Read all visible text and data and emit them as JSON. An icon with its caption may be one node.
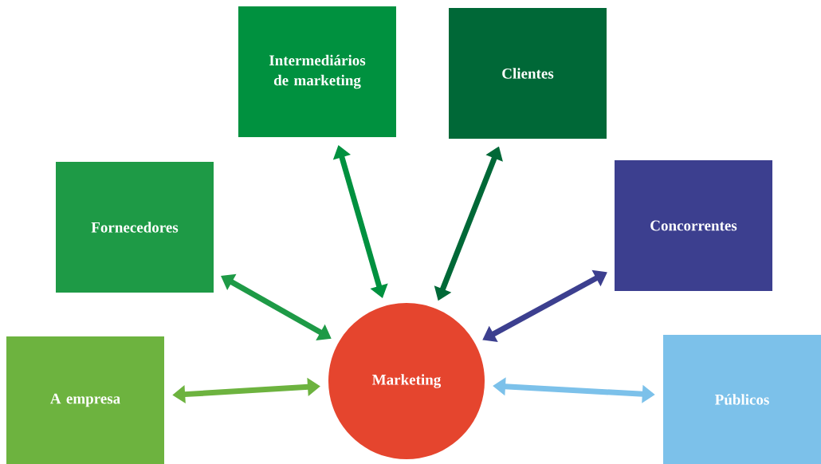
{
  "diagram": {
    "nodes": [
      {
        "text": [
          "Marketing"
        ]
      },
      {
        "text": [
          "A empresa"
        ]
      },
      {
        "text": [
          "Fornecedores"
        ]
      },
      {
        "text": [
          "Intermediários de marketing"
        ]
      },
      {
        "text": [
          "Clientes"
        ]
      },
      {
        "text": [
          "Concorrentes"
        ]
      },
      {
        "text": [
          "Públicos"
        ]
      }
    ],
    "edges": [
      {
        "from": 1,
        "to": 0,
        "arrow": "both",
        "color": "#6db33f"
      },
      {
        "from": 2,
        "to": 0,
        "arrow": "both",
        "color": "#1e9a46"
      },
      {
        "from": 3,
        "to": 0,
        "arrow": "both",
        "color": "#00913f"
      },
      {
        "from": 4,
        "to": 0,
        "arrow": "both",
        "color": "#006837"
      },
      {
        "from": 5,
        "to": 0,
        "arrow": "both",
        "color": "#3c3f8f"
      },
      {
        "from": 6,
        "to": 0,
        "arrow": "both",
        "color": "#7cc1ea"
      }
    ]
  }
}
